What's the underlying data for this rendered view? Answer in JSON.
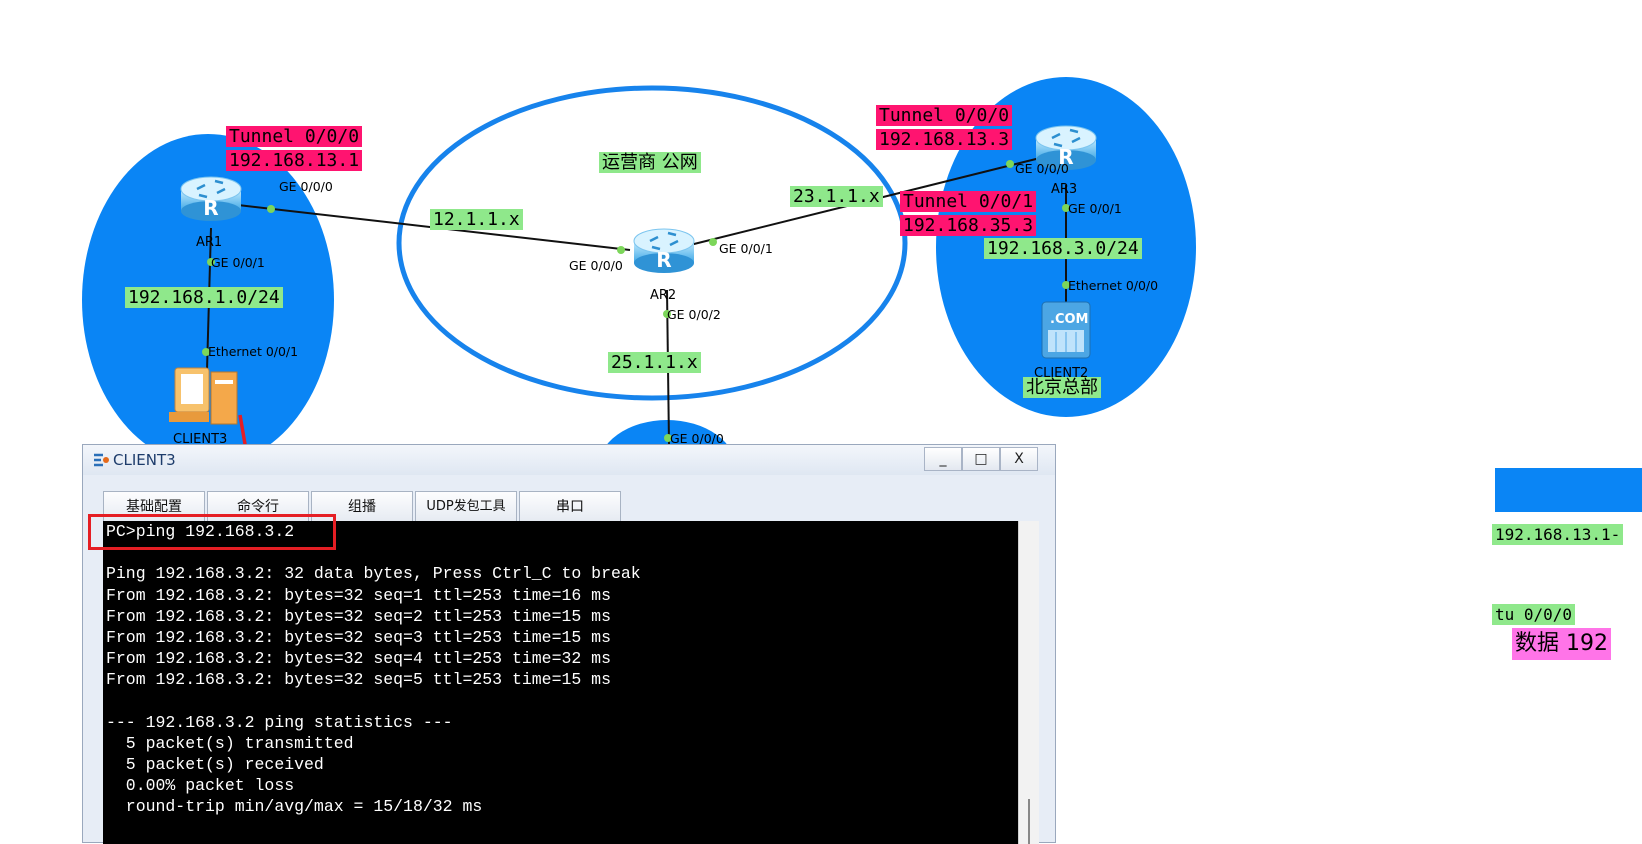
{
  "topology": {
    "cloud_label": "运营商 公网",
    "hq_label": "北京总部",
    "devices": {
      "ar1": "AR1",
      "ar2": "AR2",
      "ar3": "AR3",
      "client2": "CLIENT2",
      "client3": "CLIENT3"
    },
    "ports": {
      "ar1_ge000": "GE 0/0/0",
      "ar1_ge001": "GE 0/0/1",
      "client3_eth": "Ethernet 0/0/1",
      "ar2_ge000": "GE 0/0/0",
      "ar2_ge001": "GE 0/0/1",
      "ar2_ge002": "GE 0/0/2",
      "ar3_ge000": "GE 0/0/0",
      "ar3_ge001": "GE 0/0/1",
      "client2_eth": "Ethernet 0/0/0",
      "bottom_ge000": "GE 0/0/0"
    },
    "tunnels": {
      "ar1_name": "Tunnel 0/0/0",
      "ar1_ip": "192.168.13.1",
      "ar3_name": "Tunnel 0/0/0",
      "ar3_ip": "192.168.13.3",
      "ar3_t1_name": "Tunnel 0/0/1",
      "ar3_t1_ip": "192.168.35.3"
    },
    "networks": {
      "lan1": "192.168.1.0/24",
      "link12": "12.1.1.x",
      "link23": "23.1.1.x",
      "link25": "25.1.1.x",
      "lan3": "192.168.3.0/24"
    },
    "client2_logo": ".COM",
    "right_partial": {
      "ip": "192.168.13.1-",
      "tunnel": "tu 0/0/0",
      "data": "数据 192"
    },
    "colors": {
      "site_blue": "#0a85f5",
      "cloud_ring": "#1783ec",
      "label_green": "#8fe88b",
      "tunnel_pink": "#ff1470",
      "annotation_red": "#e51e24"
    }
  },
  "window": {
    "title": "CLIENT3",
    "minimize": "_",
    "maximize": "□",
    "close": "X",
    "tabs": [
      "基础配置",
      "命令行",
      "组播",
      "UDP发包工具",
      "串口"
    ],
    "terminal_lines": [
      "PC>ping 192.168.3.2",
      "",
      "Ping 192.168.3.2: 32 data bytes, Press Ctrl_C to break",
      "From 192.168.3.2: bytes=32 seq=1 ttl=253 time=16 ms",
      "From 192.168.3.2: bytes=32 seq=2 ttl=253 time=15 ms",
      "From 192.168.3.2: bytes=32 seq=3 ttl=253 time=15 ms",
      "From 192.168.3.2: bytes=32 seq=4 ttl=253 time=32 ms",
      "From 192.168.3.2: bytes=32 seq=5 ttl=253 time=15 ms",
      "",
      "--- 192.168.3.2 ping statistics ---",
      "  5 packet(s) transmitted",
      "  5 packet(s) received",
      "  0.00% packet loss",
      "  round-trip min/avg/max = 15/18/32 ms"
    ]
  }
}
